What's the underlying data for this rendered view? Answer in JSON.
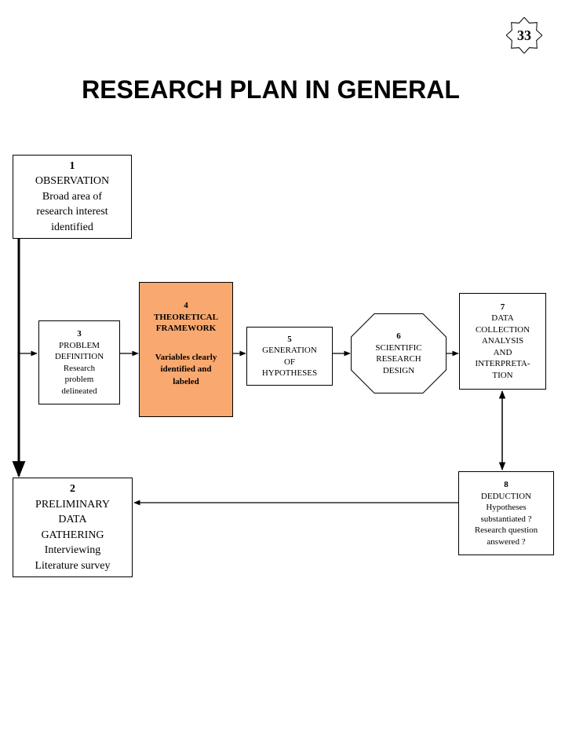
{
  "page_number": "33",
  "title": "RESEARCH PLAN IN GENERAL",
  "nodes": {
    "n1": {
      "number": "1",
      "heading": "OBSERVATION",
      "lines": [
        "Broad area of",
        "research interest",
        "identified"
      ]
    },
    "n2": {
      "number": "2",
      "heading": [
        "PRELIMINARY",
        "DATA",
        "GATHERING"
      ],
      "lines": [
        "Interviewing",
        "Literature survey"
      ]
    },
    "n3": {
      "number": "3",
      "heading": [
        "PROBLEM",
        "DEFINITION"
      ],
      "lines": [
        "Research",
        "problem",
        "delineated"
      ]
    },
    "n4": {
      "number": "4",
      "heading": [
        "THEORETICAL",
        "FRAMEWORK"
      ],
      "lines": [
        "Variables clearly",
        "identified and",
        "labeled"
      ]
    },
    "n5": {
      "number": "5",
      "heading": [
        "GENERATION",
        "OF",
        "HYPOTHESES"
      ]
    },
    "n6": {
      "number": "6",
      "heading": [
        "SCIENTIFIC",
        "RESEARCH",
        "DESIGN"
      ]
    },
    "n7": {
      "number": "7",
      "heading": [
        "DATA",
        "COLLECTION",
        "ANALYSIS",
        "AND",
        "INTERPRETA-",
        "TION"
      ]
    },
    "n8": {
      "number": "8",
      "heading": "DEDUCTION",
      "lines": [
        "Hypotheses",
        "substantiated ?",
        "Research question",
        "answered ?"
      ]
    }
  },
  "colors": {
    "highlight": "#f9a96f",
    "line": "#000000"
  }
}
